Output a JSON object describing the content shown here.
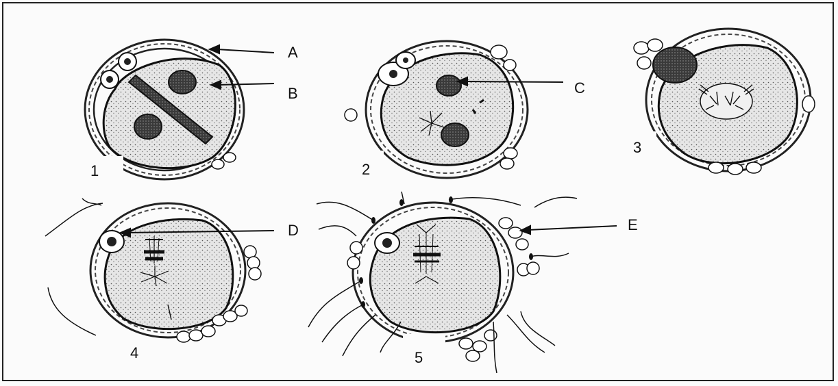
{
  "figure": {
    "cells": [
      {
        "number": "1"
      },
      {
        "number": "2"
      },
      {
        "number": "3"
      },
      {
        "number": "4"
      },
      {
        "number": "5"
      }
    ],
    "labels": [
      {
        "letter": "A"
      },
      {
        "letter": "B"
      },
      {
        "letter": "C"
      },
      {
        "letter": "D"
      },
      {
        "letter": "E"
      }
    ]
  },
  "colors": {
    "ink": "#111111",
    "cytoplasm": "#e4e4e4",
    "paper": "#fbfbfb"
  }
}
